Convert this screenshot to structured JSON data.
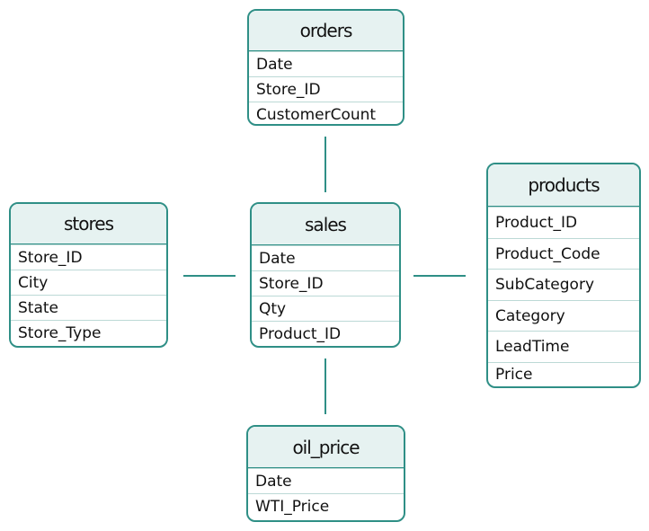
{
  "colors": {
    "border": "#2f8f86",
    "header_fill": "#e6f2f1",
    "connector": "#2f8f86"
  },
  "entities": {
    "orders": {
      "title": "orders",
      "fields": [
        "Date",
        "Store_ID",
        "CustomerCount"
      ]
    },
    "stores": {
      "title": "stores",
      "fields": [
        "Store_ID",
        "City",
        "State",
        "Store_Type"
      ]
    },
    "sales": {
      "title": "sales",
      "fields": [
        "Date",
        "Store_ID",
        "Qty",
        "Product_ID"
      ]
    },
    "products": {
      "title": "products",
      "fields": [
        "Product_ID",
        "Product_Code",
        "SubCategory",
        "Category",
        "LeadTime",
        "Price"
      ]
    },
    "oil_price": {
      "title": "oil_price",
      "fields": [
        "Date",
        "WTI_Price"
      ]
    }
  },
  "relationships": [
    {
      "from": "sales",
      "to": "orders"
    },
    {
      "from": "sales",
      "to": "stores"
    },
    {
      "from": "sales",
      "to": "products"
    },
    {
      "from": "sales",
      "to": "oil_price"
    }
  ]
}
